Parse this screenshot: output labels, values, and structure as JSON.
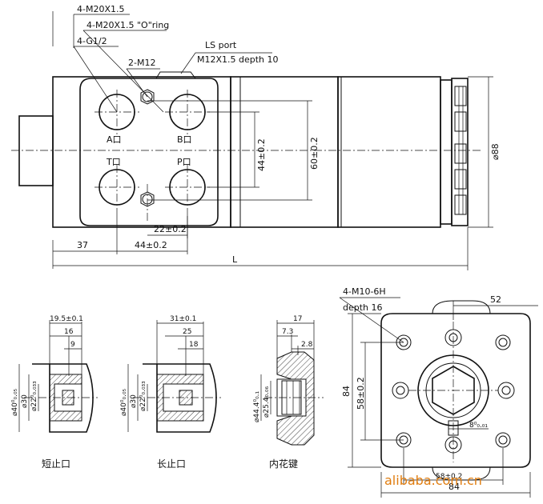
{
  "main_view": {
    "callout_ports_1": "4-M20X1.5",
    "callout_ports_2": "4-M20X1.5 \"O\"ring",
    "callout_ports_3": "4-G1/2",
    "callout_m12": "2-M12",
    "ls_port_1": "LS port",
    "ls_port_2": "M12X1.5 depth 10",
    "port_a": "A口",
    "port_b": "B口",
    "port_t": "T口",
    "port_p": "P口",
    "dim_44_vert": "44±0.2",
    "dim_60": "60±0.2",
    "dim_88": "⌀88",
    "dim_22": "22±0.2",
    "dim_37": "37",
    "dim_44_horiz": "44±0.2",
    "dim_L": "L"
  },
  "shaft_short": {
    "dim_top": "19.5±0.1",
    "dim_16": "16",
    "dim_9": "9",
    "dim_outer": "⌀40⁰₀.₀₅",
    "dim_30": "⌀30",
    "dim_22": "⌀22⁰₀.₀₃₃",
    "caption": "短止口"
  },
  "shaft_long": {
    "dim_top": "31±0.1",
    "dim_25": "25",
    "dim_18": "18",
    "dim_outer": "⌀40⁰₀.₀₅",
    "dim_30": "⌀30",
    "dim_22": "⌀22⁰₀.₀₃₃",
    "caption": "长止口"
  },
  "shaft_spline": {
    "dim_17": "17",
    "dim_73": "7.3",
    "dim_28": "2.8",
    "dim_outer": "⌀44.4⁰₀.₁",
    "dim_inner": "⌀25.4₀.₀₆",
    "caption": "内花键"
  },
  "flange_view": {
    "callout_1": "4-M10-6H",
    "callout_2": "depth 16",
    "dim_52": "52",
    "dim_84_vert": "84",
    "dim_58": "58±0.2",
    "dim_84_horiz": "84",
    "dim_bottom": "58±0.2",
    "dim_8": "8⁰₀.₀₁"
  },
  "watermark": "alibaba.com.cn"
}
